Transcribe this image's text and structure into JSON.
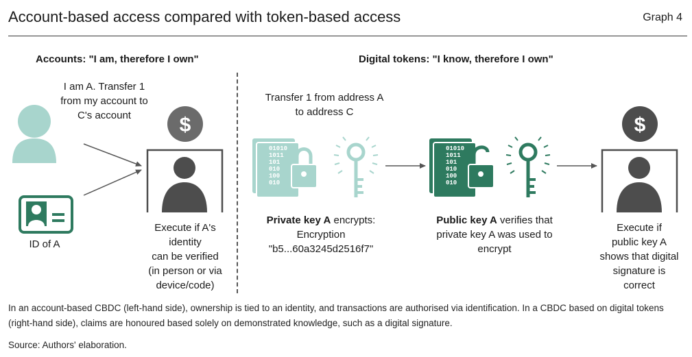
{
  "header": {
    "title": "Account-based access compared with token-based access",
    "graph_label": "Graph 4"
  },
  "left": {
    "heading": "Accounts: \"I am, therefore I own\"",
    "speech": [
      "I am A. Transfer 1",
      "from my account to",
      "C's account"
    ],
    "id_label": "ID of A",
    "execute": [
      "Execute if A's",
      "identity",
      "can be verified",
      "(in person or via",
      "device/code)"
    ]
  },
  "right": {
    "heading": "Digital tokens: \"I know, therefore I own\"",
    "transfer": [
      "Transfer 1 from address A",
      "to address C"
    ],
    "private_key_bold": "Private key A",
    "private_key_rest": " encrypts:",
    "encryption": [
      "Encryption",
      "\"b5...60a3245d2516f7\""
    ],
    "public_key_bold": "Public key A",
    "public_key_rest": " verifies that",
    "public_lines": [
      "private key A was used to",
      "encrypt"
    ],
    "execute": [
      "Execute if",
      "public key A",
      "shows that digital",
      "signature is",
      "correct"
    ],
    "binary_lines": [
      "01010",
      "1011",
      "101",
      "010",
      "100",
      "010"
    ]
  },
  "caption": "In an account-based CBDC (left-hand side), ownership is tied to an identity, and transactions are authorised via identification. In a CBDC based on digital tokens (right-hand side), claims are honoured based solely on demonstrated knowledge, such as a digital signature.",
  "source": "Source: Authors' elaboration.",
  "colors": {
    "light_teal": "#a8d5cd",
    "dark_green": "#2e7a5f",
    "gray_dark": "#4d4d4d",
    "gray_mid": "#6b6b6b"
  },
  "icons": [
    "person-icon",
    "id-card-icon",
    "dollar-coin-icon",
    "document-lock-icon",
    "key-icon",
    "arrow-icon"
  ]
}
